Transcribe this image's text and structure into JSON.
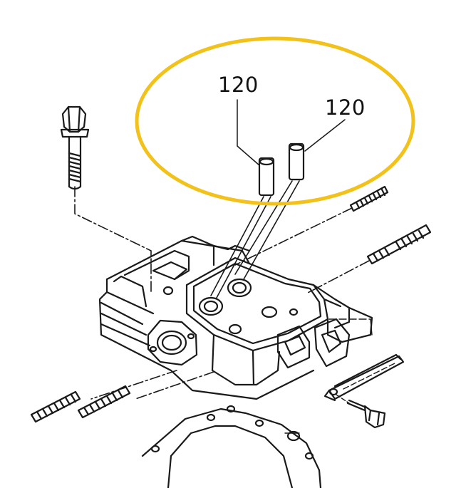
{
  "callouts": [
    {
      "text": "120",
      "part": "dowel-pin-left"
    },
    {
      "text": "120",
      "part": "dowel-pin-right"
    }
  ],
  "colors": {
    "highlight_ring": "#F2C21B",
    "line_art": "#1a1a1a",
    "paper": "#ffffff"
  }
}
